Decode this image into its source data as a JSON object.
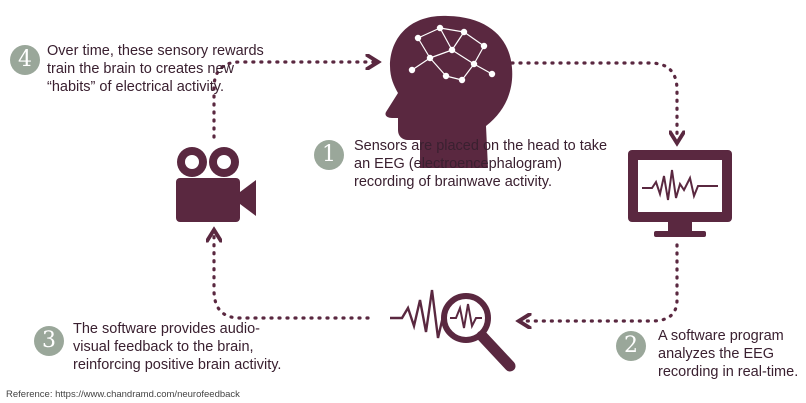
{
  "steps": [
    {
      "num": "1",
      "lines": [
        "Sensors are placed on the head to take",
        "an EEG (electroencephalogram)",
        "recording of brainwave activity."
      ]
    },
    {
      "num": "2",
      "lines": [
        "A software program",
        "analyzes the EEG",
        "recording in real-time."
      ]
    },
    {
      "num": "3",
      "lines": [
        "The software provides audio-",
        "visual feedback to the brain,",
        "reinforcing positive brain activity."
      ]
    },
    {
      "num": "4",
      "lines": [
        "Over time, these sensory rewards",
        "train the brain to creates new",
        "“habits” of electrical activity."
      ]
    }
  ],
  "reference": "Reference: https://www.chandramd.com/neurofeedback",
  "colors": {
    "accent": "#5a2840",
    "badge": "#9aa79a"
  },
  "icons": [
    "head-with-network-icon",
    "monitor-with-eeg-icon",
    "magnifier-waveform-icon",
    "movie-camera-icon"
  ]
}
